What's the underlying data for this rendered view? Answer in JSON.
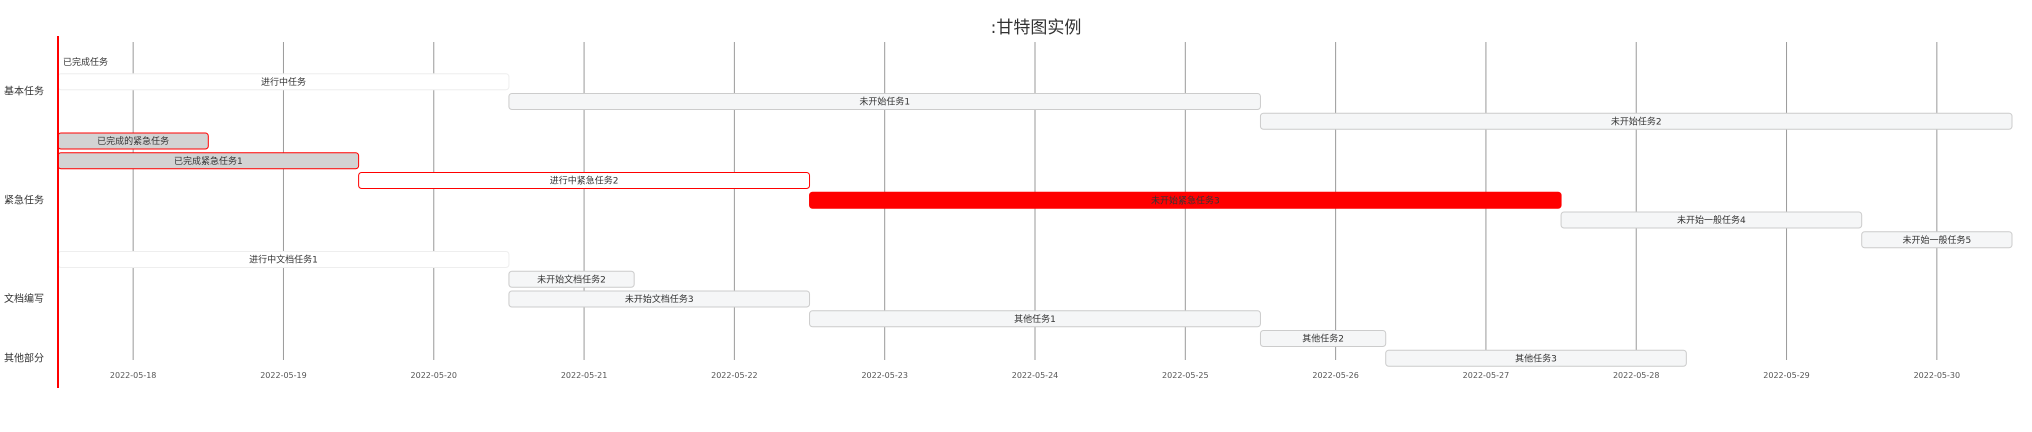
{
  "chart_data": {
    "type": "gantt",
    "title": ":甘特图实例",
    "x_ticks": [
      "2022-05-18",
      "2022-05-19",
      "2022-05-20",
      "2022-05-21",
      "2022-05-22",
      "2022-05-23",
      "2022-05-24",
      "2022-05-25",
      "2022-05-26",
      "2022-05-27",
      "2022-05-28",
      "2022-05-29",
      "2022-05-30"
    ],
    "xlim": [
      "2022-05-17 12:00",
      "2022-05-30 12:00"
    ],
    "sections": [
      {
        "name": "基本任务",
        "rows": [
          0,
          3
        ]
      },
      {
        "name": "紧急任务",
        "rows": [
          4,
          10
        ]
      },
      {
        "name": "文档编写",
        "rows": [
          11,
          13
        ]
      },
      {
        "name": "其他部分",
        "rows": [
          14,
          16
        ]
      }
    ],
    "colors": {
      "done_fill": "#d3d3d3",
      "done_stroke": "#999999",
      "active_fill": "#ffffff",
      "active_stroke": "#eeeeee",
      "future_fill": "#f5f6f7",
      "future_stroke": "#cccccc",
      "crit_stroke": "#ff0000",
      "crit_fill_future": "#ff0000",
      "axis_line": "#ff0000",
      "grid": "#888888"
    },
    "tasks": [
      {
        "label": "已完成任务",
        "start": "2022-05-17 12:00",
        "end": "2022-05-17 12:00",
        "status": "done",
        "crit": false
      },
      {
        "label": "进行中任务",
        "start": "2022-05-17 12:00",
        "end": "2022-05-20 12:00",
        "status": "active",
        "crit": false
      },
      {
        "label": "未开始任务1",
        "start": "2022-05-20 12:00",
        "end": "2022-05-25 12:00",
        "status": "future",
        "crit": false
      },
      {
        "label": "未开始任务2",
        "start": "2022-05-25 12:00",
        "end": "2022-05-30 12:00",
        "status": "future",
        "crit": false
      },
      {
        "label": "已完成的紧急任务",
        "start": "2022-05-17 12:00",
        "end": "2022-05-18 12:00",
        "status": "done",
        "crit": true
      },
      {
        "label": "已完成紧急任务1",
        "start": "2022-05-17 12:00",
        "end": "2022-05-19 12:00",
        "status": "done",
        "crit": true
      },
      {
        "label": "进行中紧急任务2",
        "start": "2022-05-19 12:00",
        "end": "2022-05-22 12:00",
        "status": "active",
        "crit": true
      },
      {
        "label": "未开始紧急任务3",
        "start": "2022-05-22 12:00",
        "end": "2022-05-27 12:00",
        "status": "future",
        "crit": true
      },
      {
        "label": "未开始一般任务4",
        "start": "2022-05-27 12:00",
        "end": "2022-05-29 12:00",
        "status": "future",
        "crit": false
      },
      {
        "label": "未开始一般任务5",
        "start": "2022-05-29 12:00",
        "end": "2022-05-30 12:00",
        "status": "future",
        "crit": false
      },
      {
        "label": "进行中文档任务1",
        "start": "2022-05-17 12:00",
        "end": "2022-05-20 12:00",
        "status": "active",
        "crit": false
      },
      {
        "label": "未开始文档任务2",
        "start": "2022-05-20 12:00",
        "end": "2022-05-21 08:00",
        "status": "future",
        "crit": false
      },
      {
        "label": "未开始文档任务3",
        "start": "2022-05-20 12:00",
        "end": "2022-05-22 12:00",
        "status": "future",
        "crit": false
      },
      {
        "label": "其他任务1",
        "start": "2022-05-22 12:00",
        "end": "2022-05-25 12:00",
        "status": "future",
        "crit": false
      },
      {
        "label": "其他任务2",
        "start": "2022-05-25 12:00",
        "end": "2022-05-26 08:00",
        "status": "future",
        "crit": false
      },
      {
        "label": "其他任务3",
        "start": "2022-05-26 08:00",
        "end": "2022-05-28 08:00",
        "status": "future",
        "crit": false
      }
    ]
  }
}
